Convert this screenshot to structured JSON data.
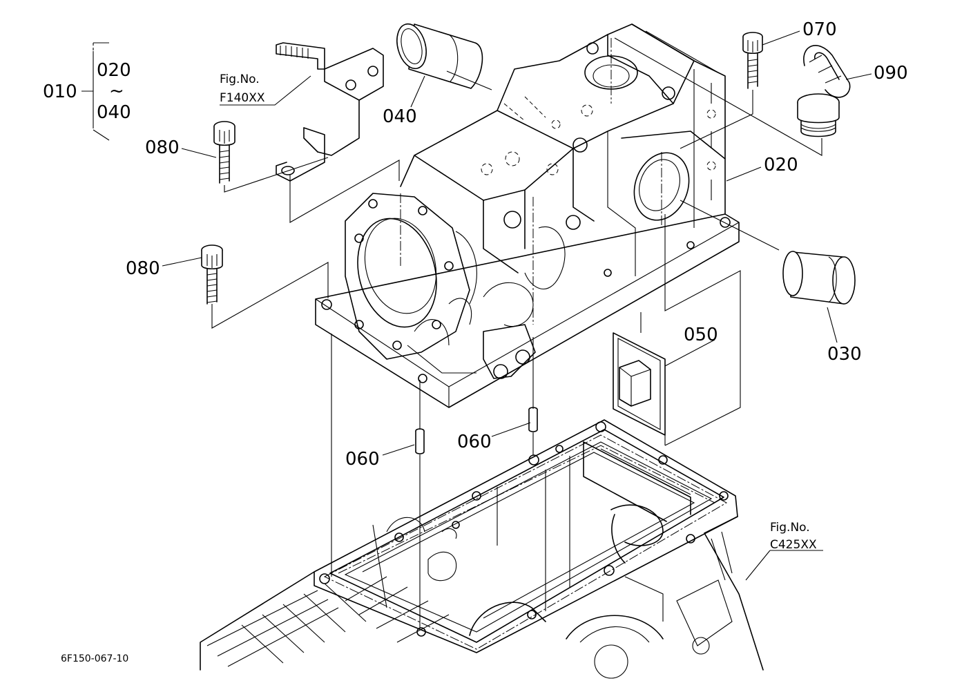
{
  "diagram": {
    "parts": {
      "p010": "010",
      "p020": "020",
      "p030": "030",
      "p040": "040",
      "p050": "050",
      "p060": "060",
      "p070": "070",
      "p080": "080",
      "p090": "090"
    },
    "range": {
      "from": "020",
      "tilde": "~",
      "to": "040"
    },
    "fig_refs": [
      {
        "title": "Fig.No.",
        "code": "F140XX"
      },
      {
        "title": "Fig.No.",
        "code": "C425XX"
      }
    ],
    "drawing_code": "6F150-067-10"
  }
}
